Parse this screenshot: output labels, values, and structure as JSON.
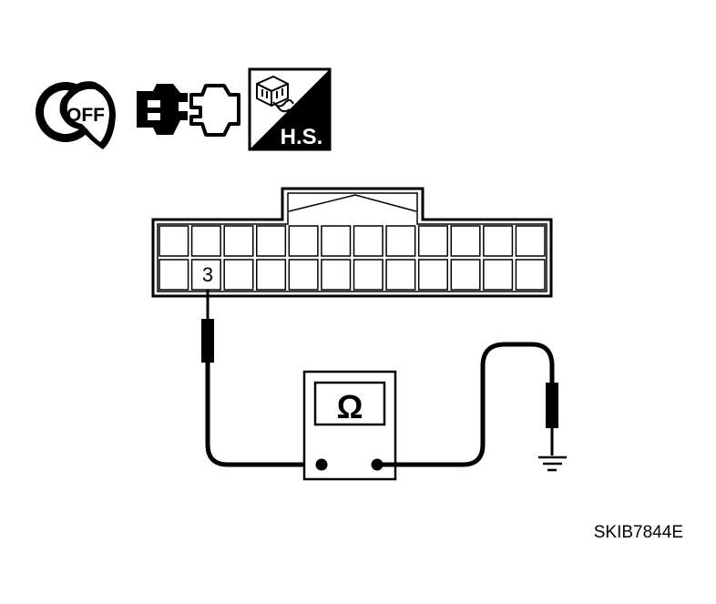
{
  "icons": {
    "ignition": {
      "name": "ignition-key-off-icon",
      "label": "OFF"
    },
    "connector": {
      "name": "disconnect-connector-icon"
    },
    "harness": {
      "name": "harness-side-connector-icon",
      "label": "H.S."
    }
  },
  "connector": {
    "rows": 2,
    "columns": 12,
    "probed_terminal": "3"
  },
  "meter": {
    "symbol": "Ω"
  },
  "reference_code": "SKIB7844E",
  "colors": {
    "ink": "#000000",
    "paper": "#ffffff"
  }
}
